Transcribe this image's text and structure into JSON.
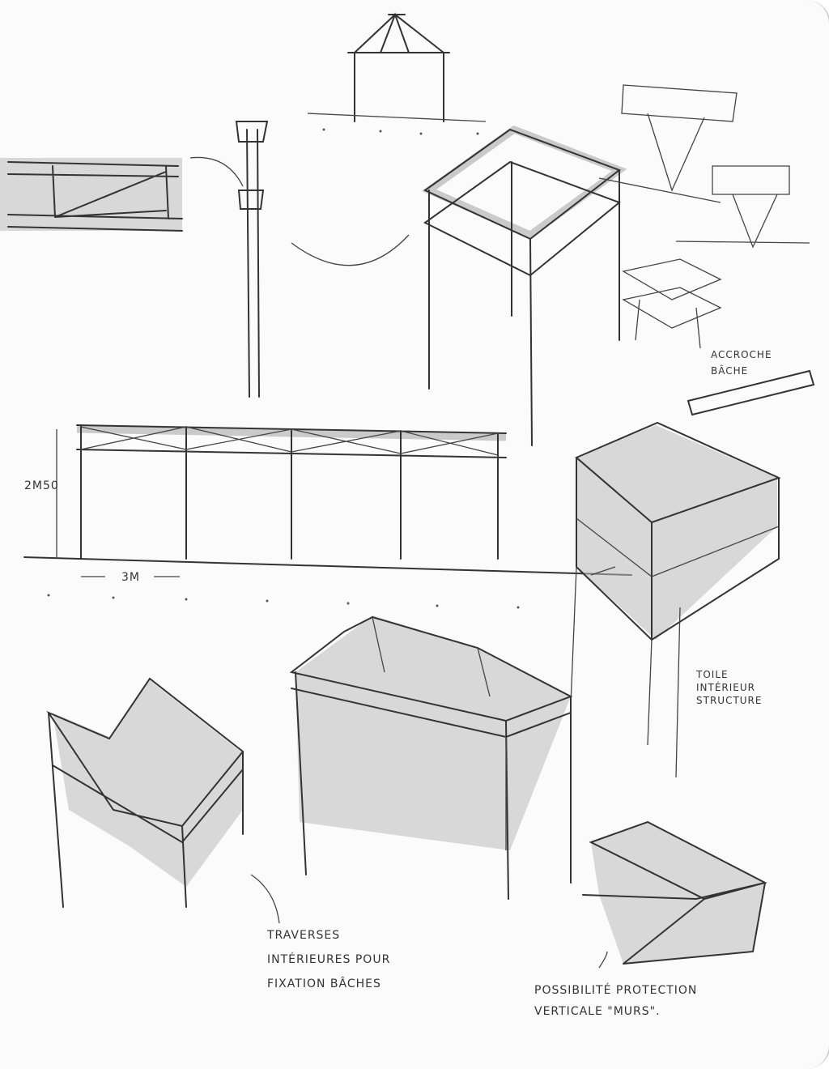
{
  "labels": {
    "height_dim": "2M50",
    "width_dim": "3M",
    "accroche": "ACCROCHE\nBÂCHE",
    "toile": "TOILE\nINTÉRIEUR\nSTRUCTURE",
    "traverses": "TRAVERSES\nINTÉRIEURES POUR\nFIXATION BÂCHES",
    "possibilite": "POSSIBILITÉ PROTECTION\nVERTICALE \"MURS\"."
  },
  "colors": {
    "ink": "#333333",
    "marker": "#bbbbbb",
    "paper": "#fbfbfb"
  }
}
